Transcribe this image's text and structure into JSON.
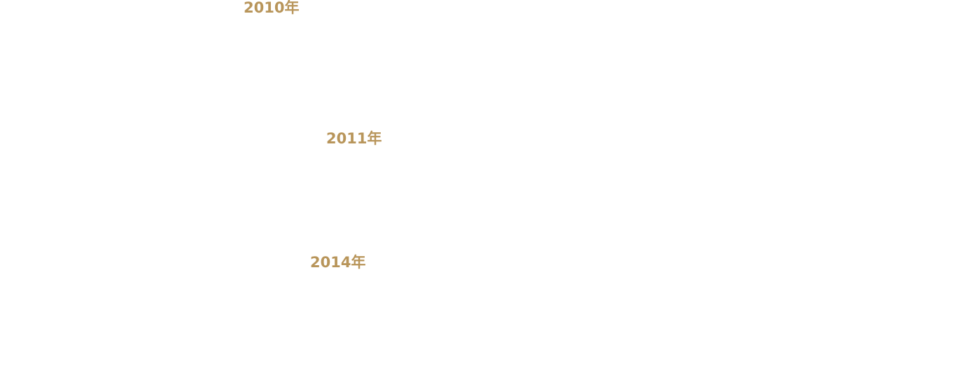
{
  "timeline": {
    "years": [
      {
        "label": "2010年"
      },
      {
        "label": "2011年"
      },
      {
        "label": "2014年"
      }
    ]
  },
  "colors": {
    "accent": "#b8955a",
    "background": "#ffffff"
  }
}
